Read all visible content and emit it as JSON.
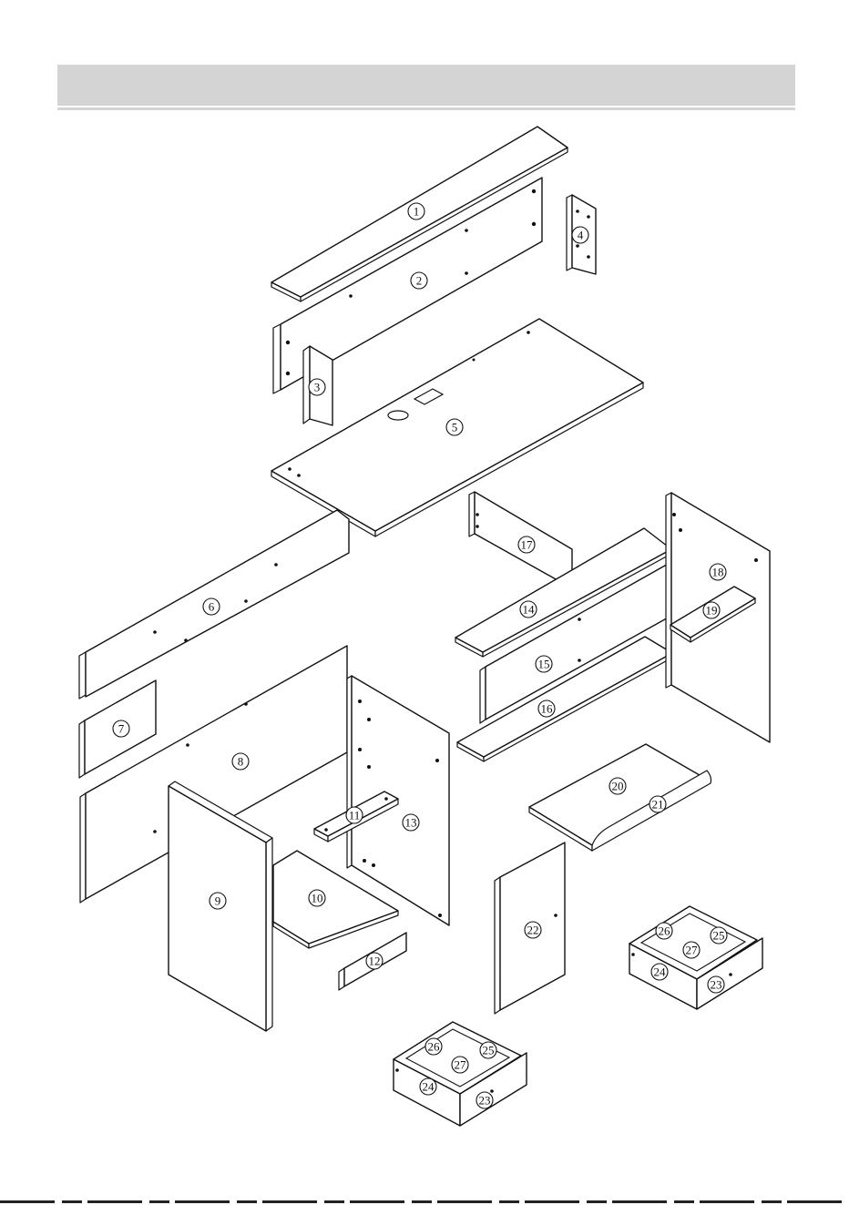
{
  "header": {
    "bar_color": "#d4d4d4"
  },
  "diagram": {
    "part_labels": {
      "p1": "1",
      "p2": "2",
      "p3": "3",
      "p4": "4",
      "p5": "5",
      "p6": "6",
      "p7": "7",
      "p8": "8",
      "p9": "9",
      "p10": "10",
      "p11": "11",
      "p12": "12",
      "p13": "13",
      "p14": "14",
      "p15": "15",
      "p16": "16",
      "p17": "17",
      "p18": "18",
      "p19": "19",
      "p20": "20",
      "p21": "21",
      "p22": "22",
      "d1_23": "23",
      "d1_24": "24",
      "d1_25": "25",
      "d1_26": "26",
      "d1_27": "27",
      "d2_23": "23",
      "d2_24": "24",
      "d2_25": "25",
      "d2_26": "26",
      "d2_27": "27"
    }
  }
}
